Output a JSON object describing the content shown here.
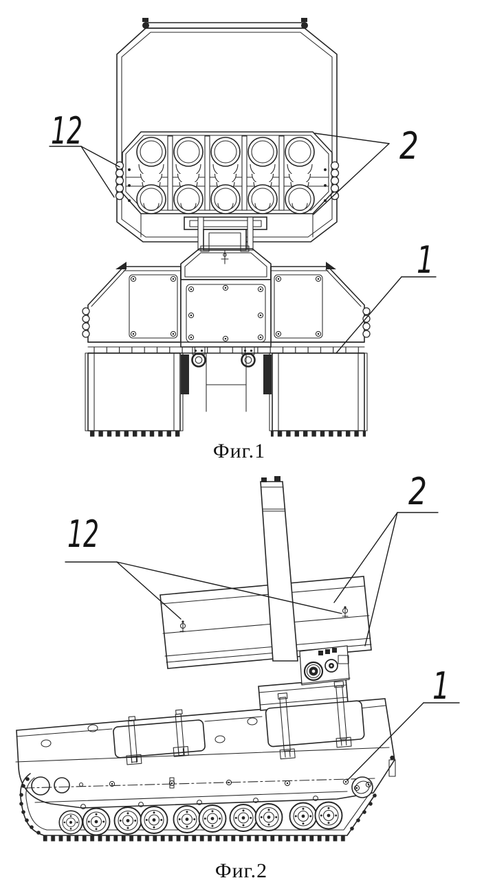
{
  "page": {
    "background": "#ffffff",
    "ink_color": "#262626"
  },
  "figure1": {
    "caption": "Фиг.1",
    "labels": {
      "part12": "12",
      "part2": "2",
      "part1": "1"
    }
  },
  "figure2": {
    "caption": "Фиг.2",
    "labels": {
      "part12": "12",
      "part2": "2",
      "part1": "1"
    }
  }
}
